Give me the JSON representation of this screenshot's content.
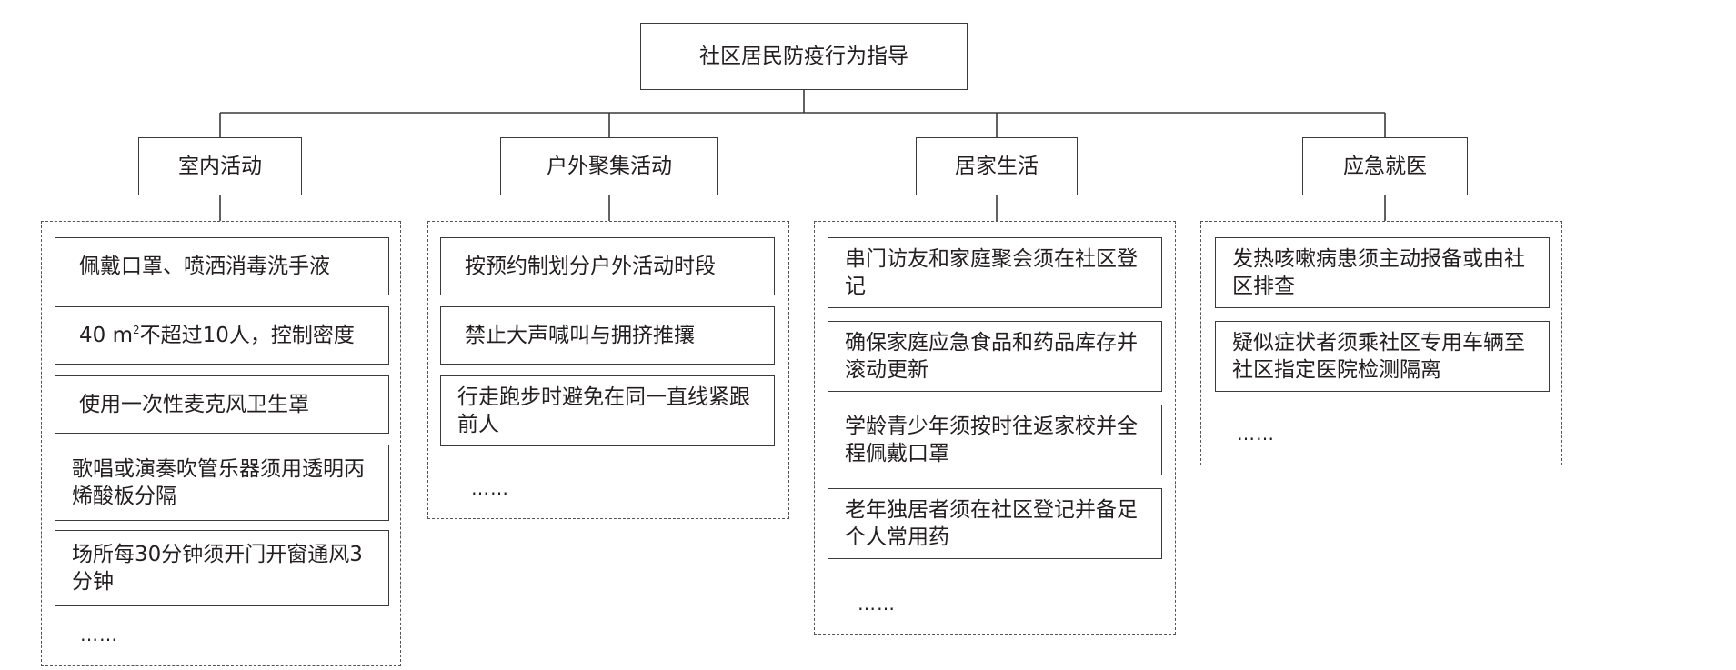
{
  "title": "社区居民防疫行为指导",
  "categories": [
    {
      "label": "室内活动",
      "items": [
        "佩戴口罩、喷洒消毒洗手液",
        "40 m²不超过10人，控制密度",
        "使用一次性麦克风卫生罩",
        "歌唱或演奏吹管乐器须用透明丙烯酸板分隔",
        "场所每30分钟须开门开窗通风3分钟"
      ],
      "more": "……"
    },
    {
      "label": "户外聚集活动",
      "items": [
        "按预约制划分户外活动时段",
        "禁止大声喊叫与拥挤推攘",
        "行走跑步时避免在同一直线紧跟前人"
      ],
      "more": "……"
    },
    {
      "label": "居家生活",
      "items": [
        "串门访友和家庭聚会须在社区登记",
        "确保家庭应急食品和药品库存并滚动更新",
        "学龄青少年须按时往返家校并全程佩戴口罩",
        "老年独居者须在社区登记并备足个人常用药"
      ],
      "more": "……"
    },
    {
      "label": "应急就医",
      "items": [
        "发热咳嗽病患须主动报备或由社区排查",
        "疑似症状者须乘社区专用车辆至社区指定医院检测隔离"
      ],
      "more": "……"
    }
  ]
}
